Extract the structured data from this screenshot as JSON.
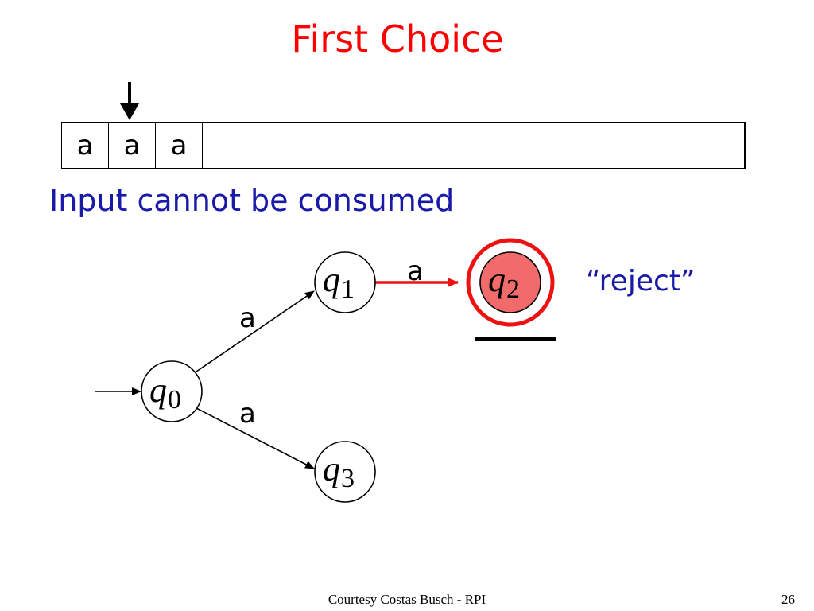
{
  "slide": {
    "title": "First Choice",
    "message": "Input cannot be consumed",
    "footer": "Courtesy Costas Busch - RPI",
    "page_number": "26"
  },
  "tape": {
    "cells": [
      "a",
      "a",
      "a"
    ],
    "head_cell_index": 1
  },
  "automaton": {
    "states": [
      {
        "id": "q0",
        "base": "q",
        "sub": "0",
        "initial": true,
        "accepting": false,
        "highlighted": false
      },
      {
        "id": "q1",
        "base": "q",
        "sub": "1",
        "initial": false,
        "accepting": false,
        "highlighted": false
      },
      {
        "id": "q2",
        "base": "q",
        "sub": "2",
        "initial": false,
        "accepting": true,
        "highlighted": true
      },
      {
        "id": "q3",
        "base": "q",
        "sub": "3",
        "initial": false,
        "accepting": false,
        "highlighted": false
      }
    ],
    "transitions": [
      {
        "from": "q0",
        "to": "q1",
        "symbol": "a",
        "active": false
      },
      {
        "from": "q0",
        "to": "q3",
        "symbol": "a",
        "active": false
      },
      {
        "from": "q1",
        "to": "q2",
        "symbol": "a",
        "active": true
      }
    ],
    "verdict": "“reject”"
  },
  "colors": {
    "title": "#ff0000",
    "message": "#1a1aa8",
    "active_edge": "#ee1111",
    "highlight_fill": "#f26b6b",
    "verdict": "#1a1aa8"
  }
}
